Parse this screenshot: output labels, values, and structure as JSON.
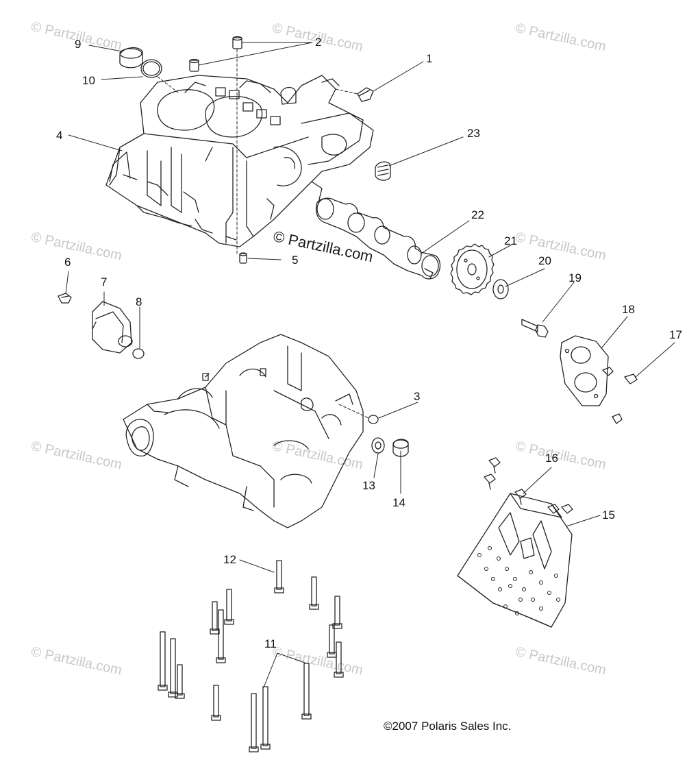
{
  "callouts": {
    "c1": "1",
    "c2": "2",
    "c3": "3",
    "c4": "4",
    "c5": "5",
    "c6": "6",
    "c7": "7",
    "c8": "8",
    "c9": "9",
    "c10": "10",
    "c11": "11",
    "c12": "12",
    "c13": "13",
    "c14": "14",
    "c15": "15",
    "c16": "16",
    "c17": "17",
    "c18": "18",
    "c19": "19",
    "c20": "20",
    "c21": "21",
    "c22": "22",
    "c23": "23"
  },
  "watermark": "© Partzilla.com",
  "center_watermark": "© Partzilla.com",
  "copyright": "©2007 Polaris Sales Inc.",
  "colors": {
    "line": "#222222",
    "watermark": "#c8c8c8",
    "background": "#ffffff"
  }
}
